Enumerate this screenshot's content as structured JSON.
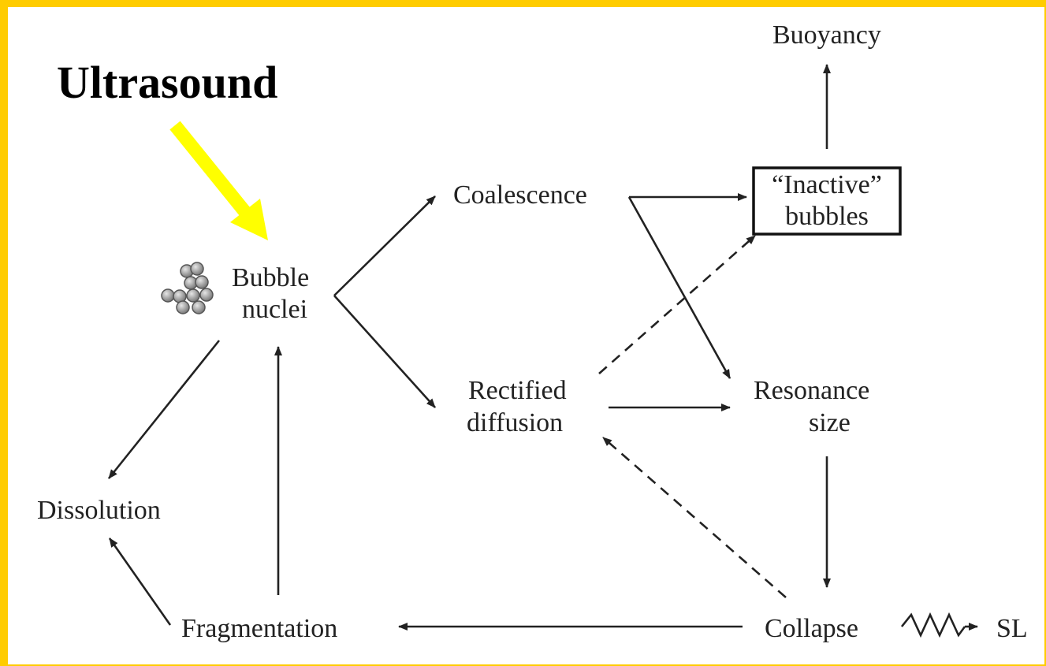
{
  "title": "Ultrasound",
  "nodes": {
    "buoyancy": "Buoyancy",
    "inactive_line1": "“Inactive”",
    "inactive_line2": "bubbles",
    "coalescence": "Coalescence",
    "bubble_line1": "Bubble",
    "bubble_line2": "nuclei",
    "rectified_line1": "Rectified",
    "rectified_line2": "diffusion",
    "resonance_line1": "Resonance",
    "resonance_line2": "size",
    "dissolution": "Dissolution",
    "fragmentation": "Fragmentation",
    "collapse": "Collapse",
    "sl": "SL"
  },
  "colors": {
    "border": "#ffcc00",
    "ultrasound_arrow": "#ffff00",
    "ink": "#222222"
  },
  "icons": {
    "bubble_cluster": "bubble-cluster-icon",
    "wave": "wave-icon"
  }
}
